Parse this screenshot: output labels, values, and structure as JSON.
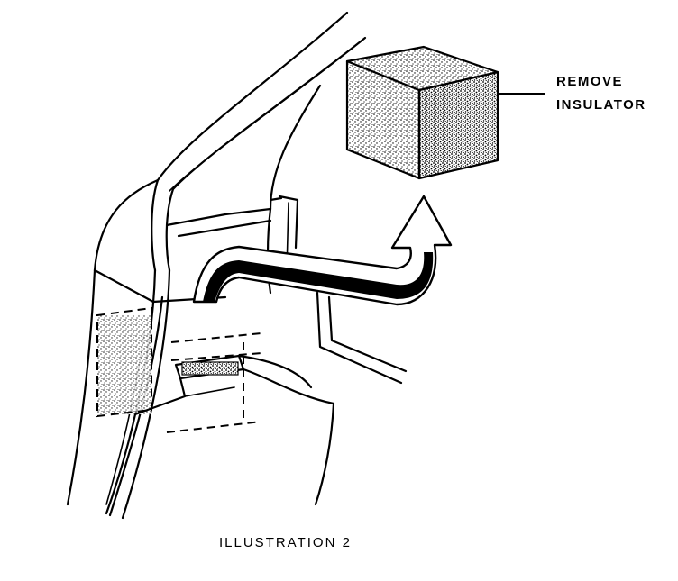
{
  "callout": {
    "line1": "REMOVE",
    "line2": "INSULATOR"
  },
  "caption": "ILLUSTRATION 2",
  "colors": {
    "ink": "#000000",
    "paper": "#ffffff"
  }
}
